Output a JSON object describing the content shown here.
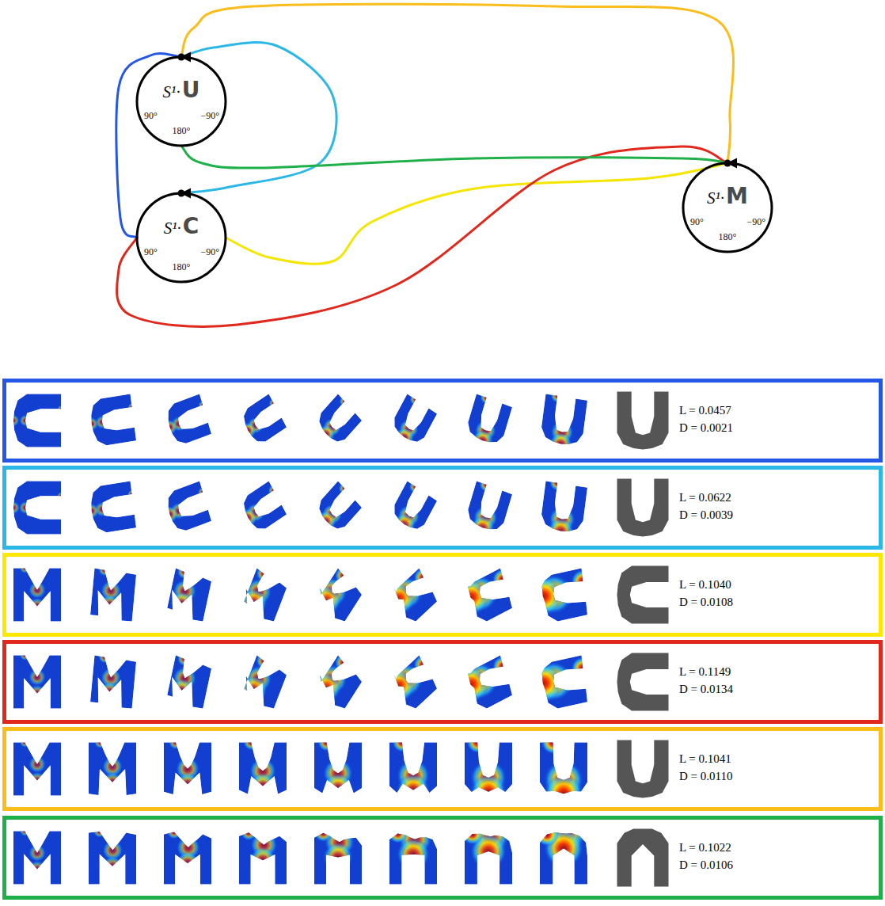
{
  "diagram": {
    "nodes": [
      {
        "text": [
          "S¹·",
          "U",
          "90°",
          "−90°",
          "180°"
        ]
      },
      {
        "text": [
          "S¹·",
          "C",
          "90°",
          "−90°",
          "180°"
        ]
      },
      {
        "text": [
          "S¹·",
          "M",
          "90°",
          "−90°",
          "180°"
        ]
      },
      {
        "text": [
          "L = 0.0457",
          "D = 0.0021"
        ]
      },
      {
        "text": [
          "L = 0.0622",
          "D = 0.0039"
        ]
      },
      {
        "text": [
          "L = 0.1040",
          "D = 0.0108"
        ]
      },
      {
        "text": [
          "L = 0.1149",
          "D = 0.0134"
        ]
      },
      {
        "text": [
          "L = 0.1041",
          "D = 0.0110"
        ]
      },
      {
        "text": [
          "L = 0.1022",
          "D = 0.0106"
        ]
      }
    ],
    "edges": [
      {
        "from": 1,
        "to": 0,
        "arrow": "none"
      },
      {
        "from": 1,
        "to": 0,
        "arrow": "none"
      },
      {
        "from": 2,
        "to": 1,
        "arrow": "none"
      },
      {
        "from": 2,
        "to": 1,
        "arrow": "none"
      },
      {
        "from": 2,
        "to": 0,
        "arrow": "none"
      },
      {
        "from": 2,
        "to": 0,
        "arrow": "none"
      }
    ]
  }
}
